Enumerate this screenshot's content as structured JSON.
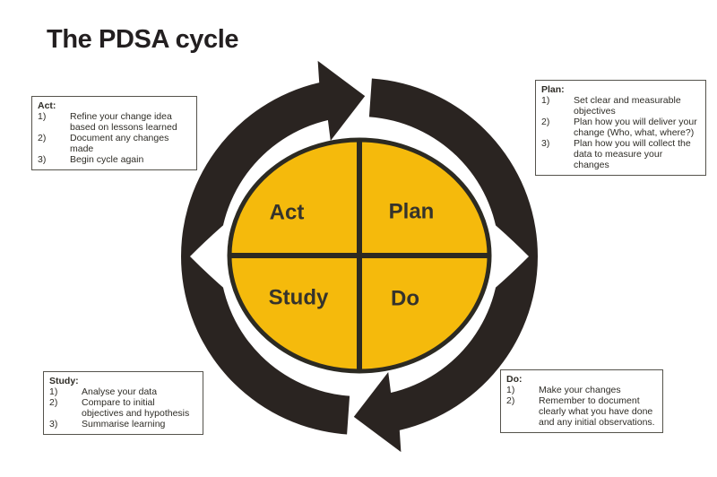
{
  "title": "The PDSA cycle",
  "colors": {
    "wheel_fill": "#F5BA0C",
    "wheel_outline": "#2c2a22",
    "arrow": "#2a2421",
    "title_text": "#231f20",
    "box_text": "#2e2c26"
  },
  "wheel": {
    "quadrants": [
      {
        "label": "Act"
      },
      {
        "label": "Plan"
      },
      {
        "label": "Study"
      },
      {
        "label": "Do"
      }
    ]
  },
  "boxes": {
    "act": {
      "heading": "Act:",
      "items": [
        {
          "n": "1)",
          "text": "Refine your change idea based on lessons learned"
        },
        {
          "n": "2)",
          "text": "Document any changes made"
        },
        {
          "n": "3)",
          "text": "Begin cycle again"
        }
      ]
    },
    "plan": {
      "heading": "Plan:",
      "items": [
        {
          "n": "1)",
          "text": "Set clear and measurable objectives"
        },
        {
          "n": "2)",
          "text": "Plan how you will deliver your change (Who, what, where?)"
        },
        {
          "n": "3)",
          "text": "Plan how you will collect the data to measure your changes"
        }
      ]
    },
    "study": {
      "heading": "Study:",
      "items": [
        {
          "n": "1)",
          "text": "Analyse your data"
        },
        {
          "n": "2)",
          "text": "Compare to initial objectives and hypothesis"
        },
        {
          "n": "3)",
          "text": "Summarise learning"
        }
      ]
    },
    "do": {
      "heading": "Do:",
      "items": [
        {
          "n": "1)",
          "text": "Make your changes"
        },
        {
          "n": "2)",
          "text": "Remember to document clearly what you have done and any initial observations."
        }
      ]
    }
  }
}
